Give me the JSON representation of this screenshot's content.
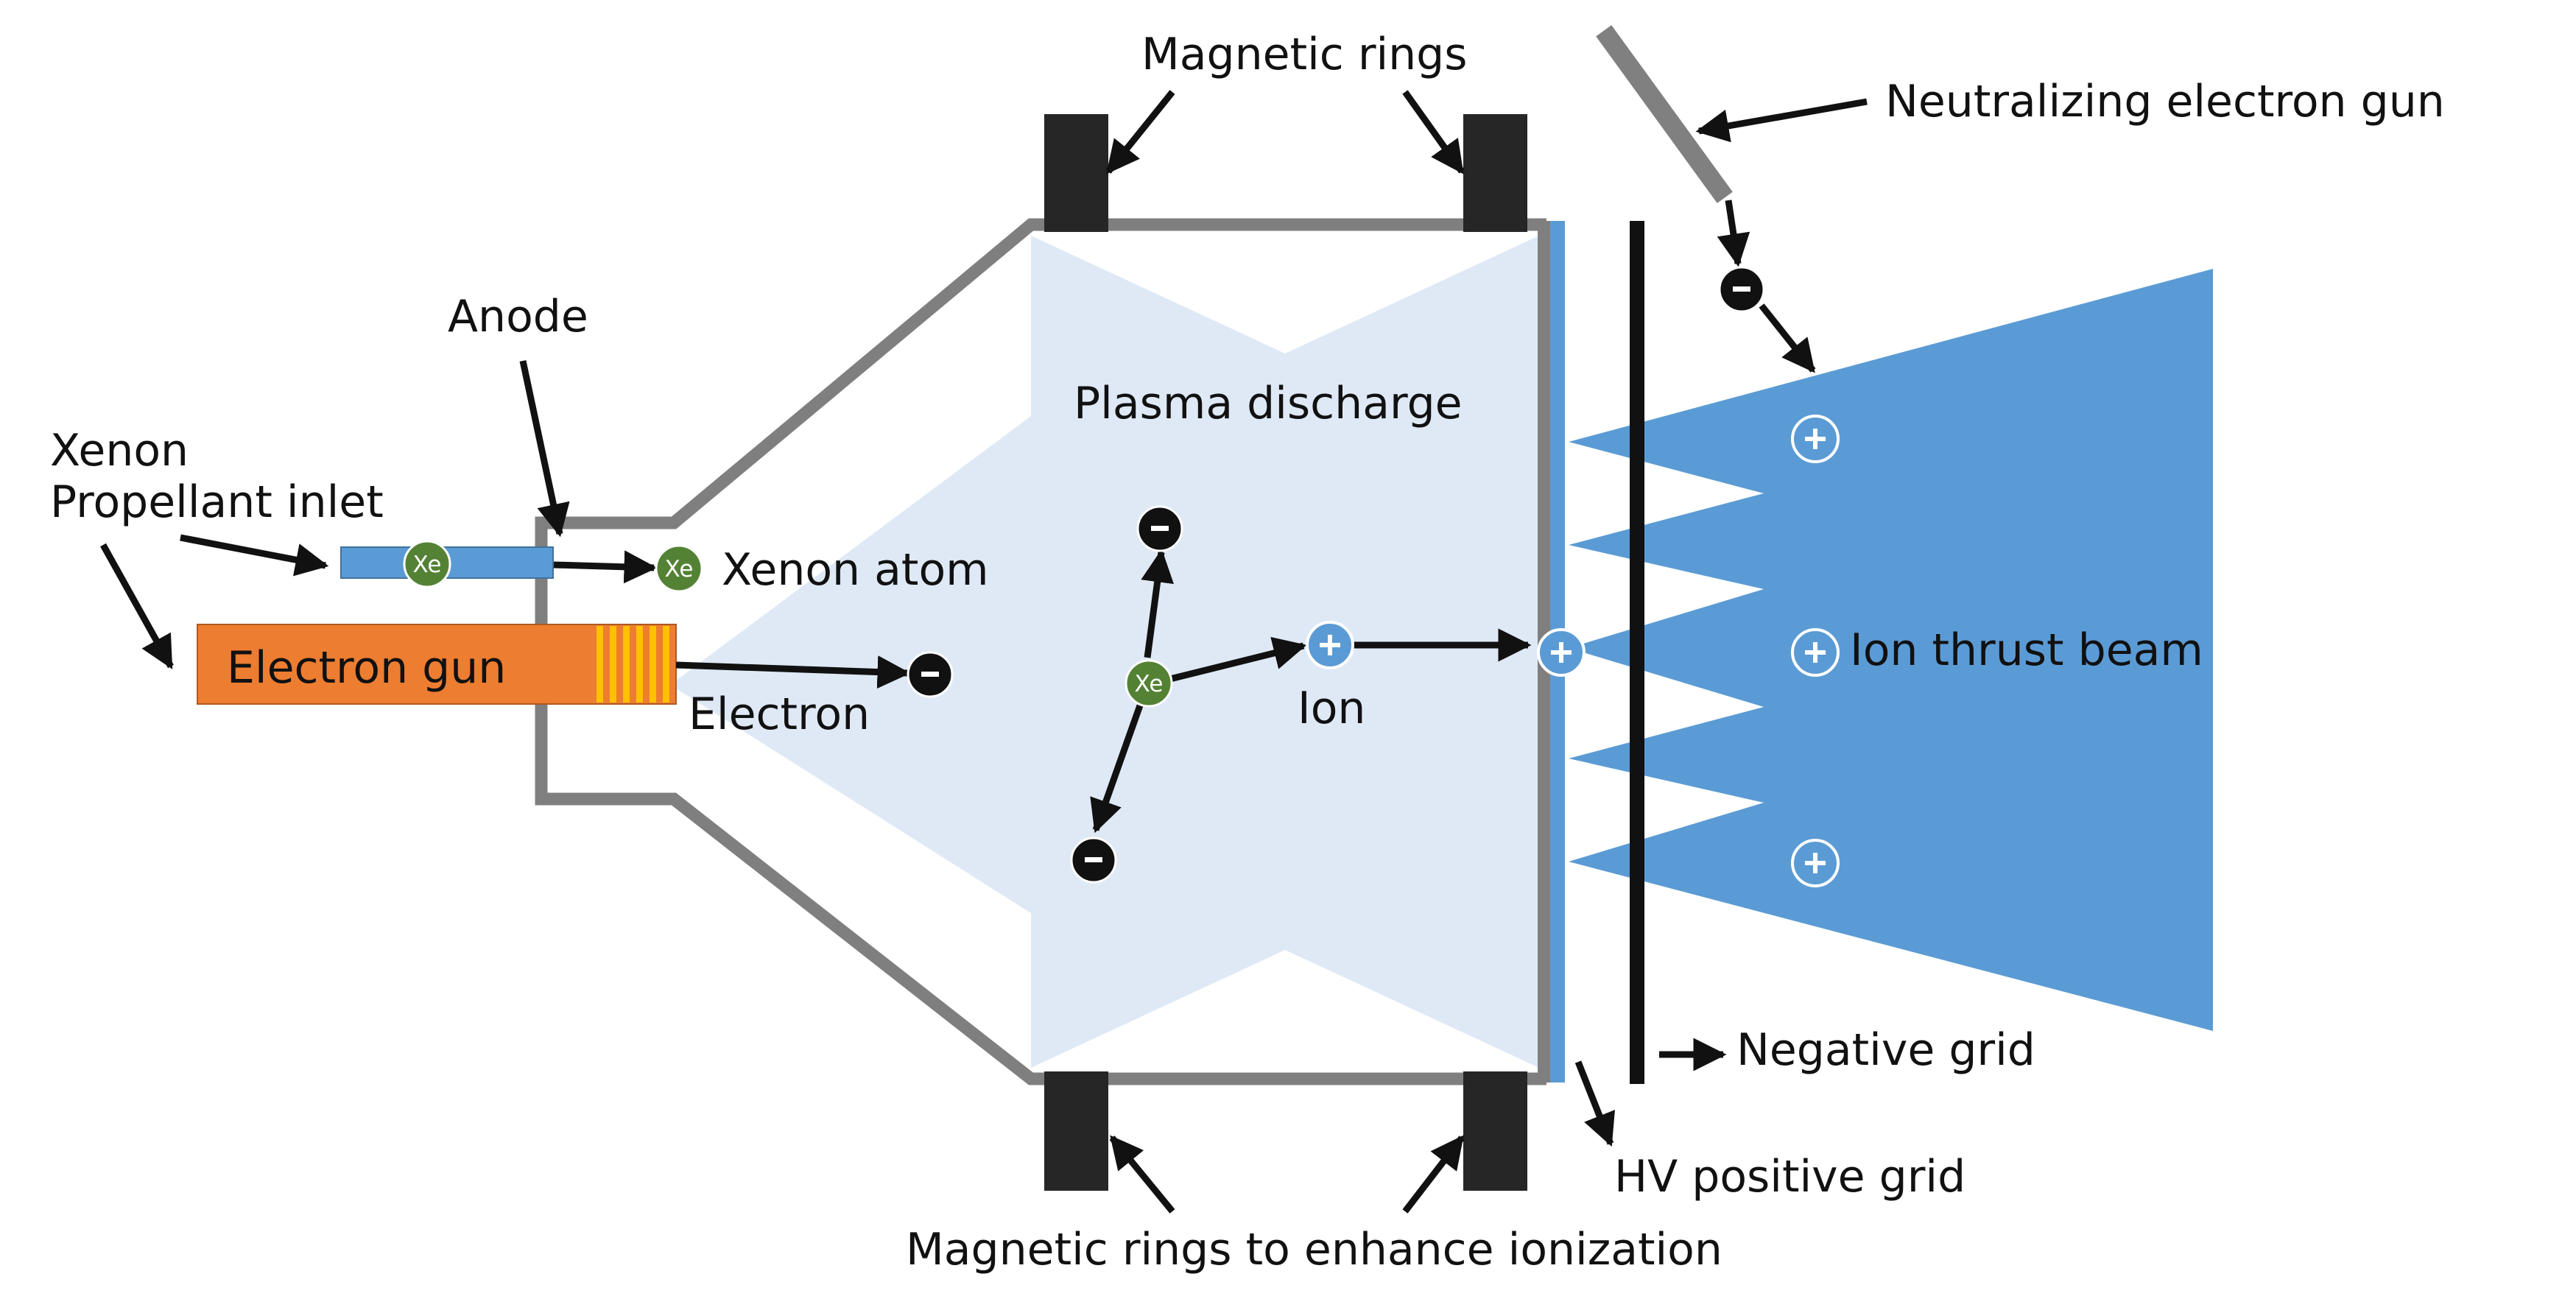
{
  "labels": {
    "magnetic_rings_top": "Magnetic rings",
    "neutralizing_gun": "Neutralizing electron gun",
    "anode": "Anode",
    "xenon_line1": "Xenon",
    "xenon_line2": "Propellant inlet",
    "xenon_atom": "Xenon atom",
    "electron_gun": "Electron gun",
    "electron": "Electron",
    "plasma_discharge": "Plasma discharge",
    "ion": "Ion",
    "ion_thrust_beam": "Ion thrust beam",
    "negative_grid": "Negative grid",
    "hv_positive_grid": "HV positive grid",
    "magnetic_rings_bottom": "Magnetic rings to enhance ionization"
  },
  "symbols": {
    "xenon": "Xe",
    "positive": "+",
    "negative": "−"
  },
  "colors": {
    "chamber_wall": "#7f7f7f",
    "plasma": "#dfe9f6",
    "beam": "#5b9bd5",
    "electron_gun": "#ed7d31",
    "gun_stripes": "#ffc000",
    "xenon_atom": "#548235",
    "magnet": "#262626",
    "inlet_pipe": "#5b9bd5"
  }
}
